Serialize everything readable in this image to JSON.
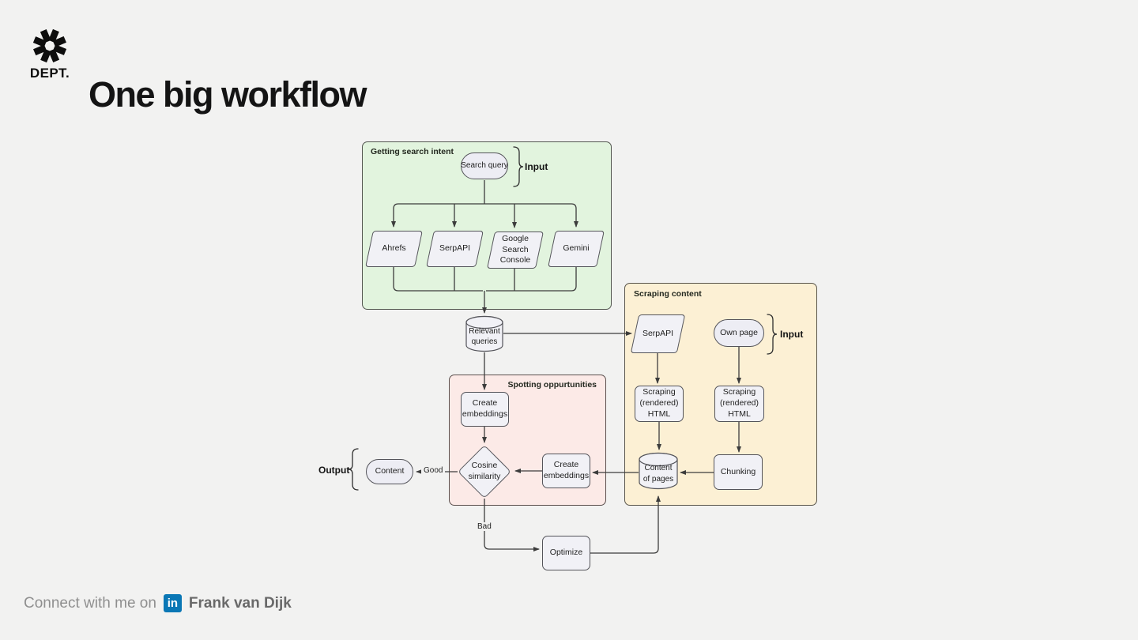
{
  "header": {
    "logo_text": "DEPT.",
    "title": "One big workflow"
  },
  "sections": {
    "search_intent": {
      "label": "Getting search intent",
      "fill": "#e2f4de"
    },
    "scraping": {
      "label": "Scraping content",
      "fill": "#fcf0d4"
    },
    "spotting": {
      "label": "Spotting oppurtunities",
      "fill": "#fceae7"
    }
  },
  "nodes": {
    "search_query": "Search query",
    "ahrefs": "Ahrefs",
    "serpapi_intent": "SerpAPI",
    "google_search_console": "Google Search Console",
    "gemini": "Gemini",
    "relevant_queries": "Relevant queries",
    "serpapi_scraping": "SerpAPI",
    "own_page": "Own page",
    "scraping_rendered_html_1": "Scraping (rendered) HTML",
    "scraping_rendered_html_2": "Scraping (rendered) HTML",
    "content_of_pages": "Content of pages",
    "chunking": "Chunking",
    "create_embeddings_queries": "Create embeddings",
    "create_embeddings_pages": "Create embeddings",
    "cosine_similarity": "Cosine similarity",
    "content": "Content",
    "optimize": "Optimize"
  },
  "annotations": {
    "input_search_intent": "Input",
    "input_scraping": "Input",
    "output": "Output",
    "good": "Good",
    "bad": "Bad"
  },
  "footer": {
    "connect_text": "Connect with me on",
    "linkedin_icon_text": "in",
    "name": "Frank van Dijk"
  },
  "colors": {
    "background": "#f2f2f1",
    "section_search_intent": "#e2f4de",
    "section_scraping": "#fcf0d4",
    "section_spotting": "#fceae7",
    "node_fill": "#f1f1f6",
    "node_border": "#54545a",
    "line": "#3c3c3c",
    "linkedin_blue": "#0a77b5",
    "title_color": "#141414"
  }
}
